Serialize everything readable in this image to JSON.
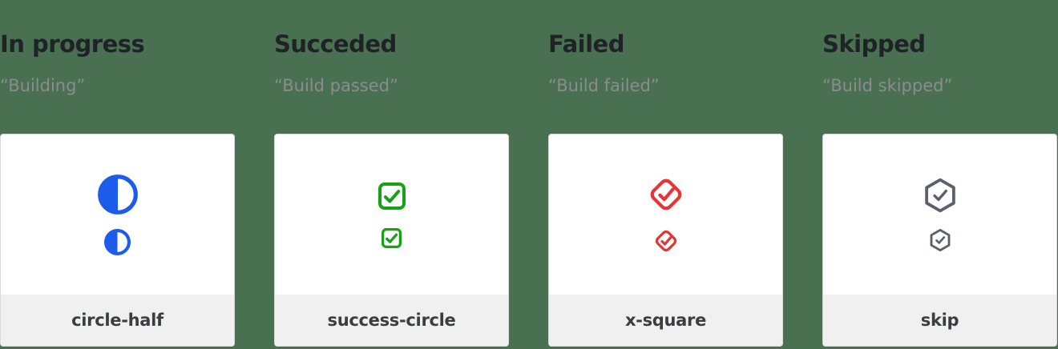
{
  "colors": {
    "background": "#4a7052",
    "card_bg": "#ffffff",
    "card_border": "#d9d9d9",
    "footer_bg": "#f0f0f1",
    "heading_text": "#1f2227",
    "quote_text": "#8b8b90",
    "label_text": "#3a3d41",
    "in_progress_blue": "#1d5bec",
    "success_green": "#16a116",
    "failed_red": "#e53535",
    "skipped_gray": "#5a616c"
  },
  "columns": [
    {
      "title": "In progress",
      "quote": "“Building”",
      "icon": "circle-half-icon",
      "label": "circle-half",
      "color": "#1d5bec"
    },
    {
      "title": "Succeded",
      "quote": "“Build passed”",
      "icon": "success-circle-icon",
      "label": "success-circle",
      "color": "#16a116"
    },
    {
      "title": "Failed",
      "quote": "“Build failed”",
      "icon": "x-square-icon",
      "label": "x-square",
      "color": "#e53535"
    },
    {
      "title": "Skipped",
      "quote": "“Build skipped”",
      "icon": "skip-icon",
      "label": "skip",
      "color": "#5a616c"
    }
  ]
}
